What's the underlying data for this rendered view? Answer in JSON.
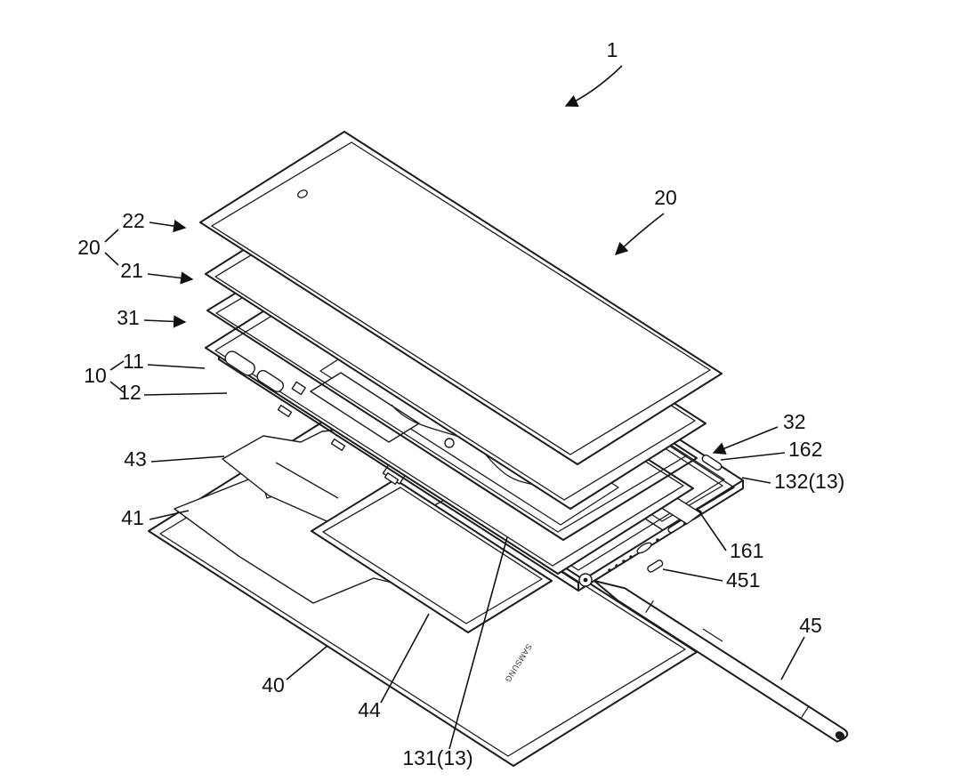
{
  "figure": {
    "type": "patent-exploded-view-drawing",
    "device": "electronic device with stylus pen",
    "brand_text": "SAMSUNG",
    "labels": {
      "fig_number": "1",
      "window_glass": "22",
      "display_group_left": "20",
      "display_panel": "21",
      "bracket": "31",
      "housing_group": "10",
      "front_case": "11",
      "mid_plate": "12",
      "shield_upper": "43",
      "shield_lower": "41",
      "back_cover": "40",
      "battery": "44",
      "frame_lower": "131(13)",
      "display_group_right": "20",
      "sheet": "32",
      "upper_board": "162",
      "frame_upper": "132(13)",
      "lower_board": "161",
      "pen_holder": "451",
      "stylus_pen": "45"
    }
  }
}
